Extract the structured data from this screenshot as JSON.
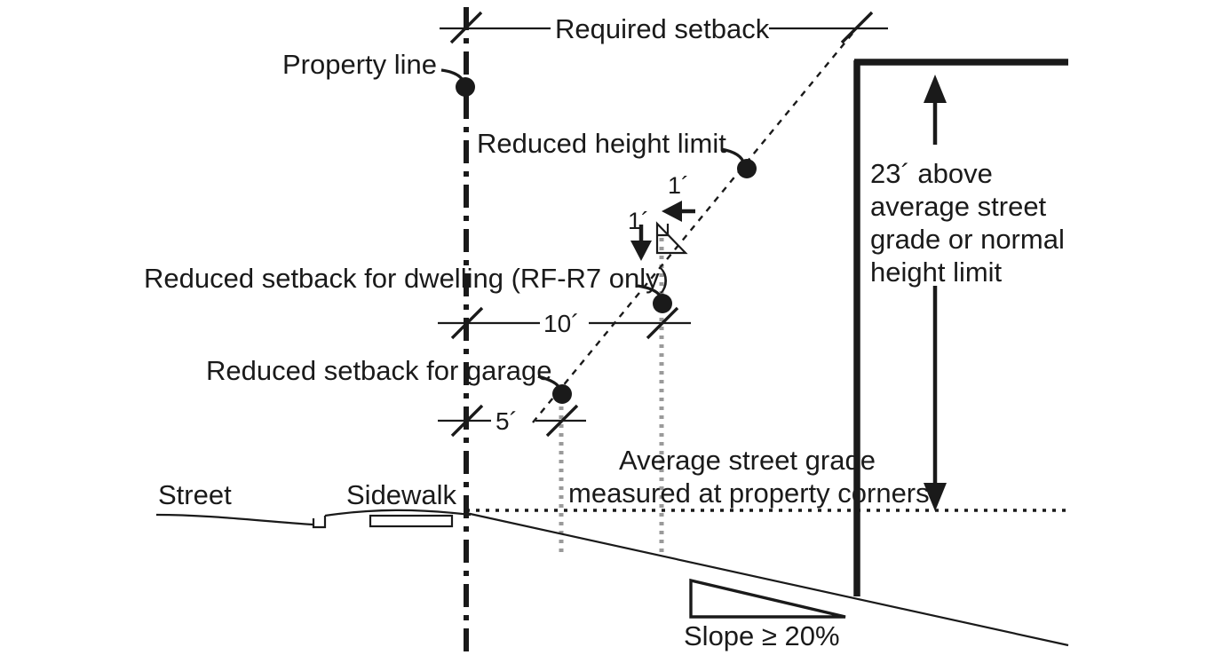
{
  "diagram": {
    "title": "Residential setback and reduced height limit section diagram",
    "background_color": "#ffffff",
    "ink_color": "#1a1a1a",
    "guide_color": "#9a9a9a",
    "labels": {
      "required_setback": "Required setback",
      "property_line": "Property line",
      "reduced_height_limit": "Reduced height limit",
      "reduced_setback_dwelling": "Reduced setback for dwelling (RF-R7 only)",
      "reduced_setback_garage": "Reduced setback for garage",
      "street": "Street",
      "sidewalk": "Sidewalk",
      "slope": "Slope ≥ 20%"
    },
    "dimensions": {
      "dwelling_setback": "10´",
      "garage_setback": "5´",
      "slope_rise": "1´",
      "slope_run": "1´"
    },
    "height_note": {
      "line1": "23´ above",
      "line2": "average street",
      "line3": "grade or normal",
      "line4": "height limit"
    },
    "grade_note": {
      "line1": "Average street grade",
      "line2": "measured at property corners"
    }
  }
}
